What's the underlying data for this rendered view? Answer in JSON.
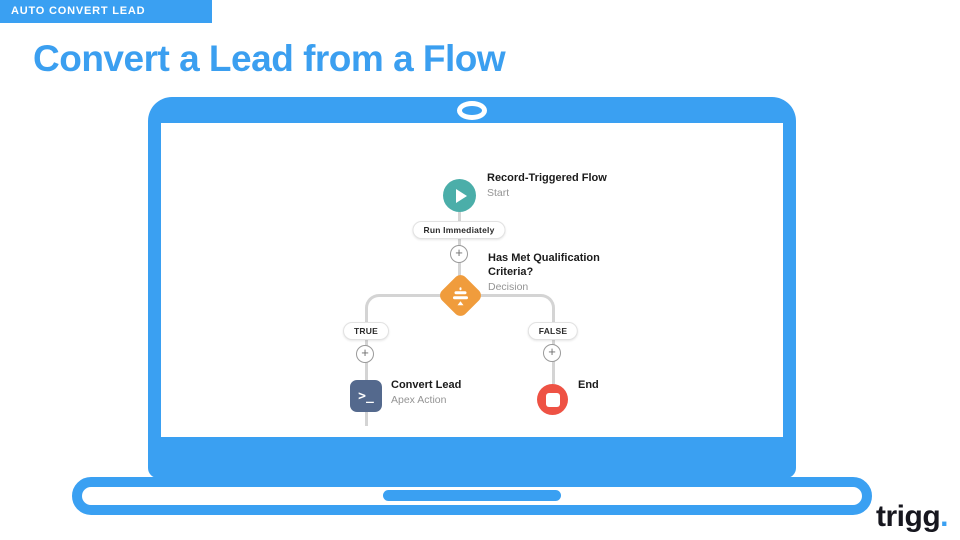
{
  "badge": {
    "label": "AUTO CONVERT LEAD"
  },
  "title": "Convert a Lead from a Flow",
  "brand": {
    "name": "trigg",
    "dot": "."
  },
  "colors": {
    "accent_blue": "#3AA0F2",
    "title_blue": "#3B9FF0",
    "start_teal": "#4BAEA9",
    "decision_orange": "#F09C3C",
    "action_slate": "#54698D",
    "end_red": "#EE5244",
    "connector_gray": "#D4D4D4"
  },
  "flow": {
    "start": {
      "title": "Record-Triggered Flow",
      "subtitle": "Start"
    },
    "run_immediately_label": "Run Immediately",
    "decision": {
      "title": "Has Met Qualification Criteria?",
      "subtitle": "Decision"
    },
    "true_label": "TRUE",
    "false_label": "FALSE",
    "action": {
      "title": "Convert Lead",
      "subtitle": "Apex Action"
    },
    "end_label": "End",
    "icons": {
      "plus": "+",
      "terminal": ">_"
    }
  }
}
